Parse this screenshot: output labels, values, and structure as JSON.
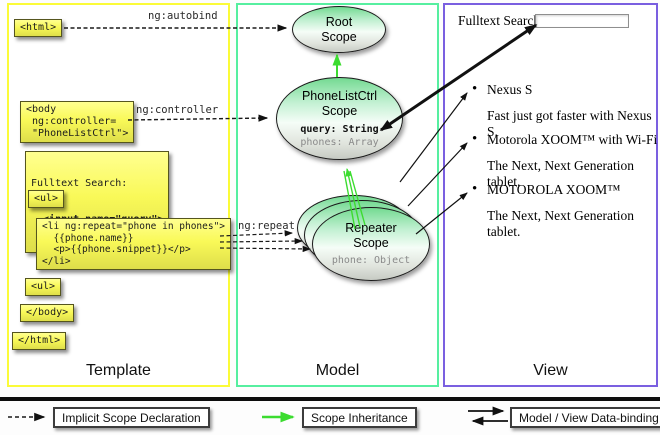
{
  "diagram": {
    "columns": [
      {
        "id": "template",
        "label": "Template"
      },
      {
        "id": "model",
        "label": "Model"
      },
      {
        "id": "view",
        "label": "View"
      }
    ],
    "arrow_labels": {
      "autobind": "ng:autobind",
      "controller": "ng:controller",
      "repeat": "ng:repeat"
    },
    "template_code": {
      "html_open": "<html>",
      "body_open": "<body\n ng:controller=\n \"PhoneListCtrl\">",
      "fulltext_label": "Fulltext Search:",
      "fulltext_input": "  <input name=\"query\">",
      "ul_open": "<ul>",
      "li_repeat": "<li ng:repeat=\"phone in phones\">\n  {{phone.name}}\n  <p>{{phone.snippet}}</p>\n</li>",
      "ul_close": "<ul>",
      "body_close": "</body>",
      "html_close": "</html>"
    },
    "scopes": {
      "root": {
        "title": "Root\nScope"
      },
      "phonelist": {
        "title": "PhoneListCtrl\nScope",
        "prop_query": "query: String",
        "prop_phones": "phones: Array"
      },
      "repeater": {
        "title": "Repeater\nScope",
        "prop_phone": "phone: Object"
      }
    },
    "view": {
      "search_label": "Fulltext Search:",
      "search_value": "",
      "items": [
        {
          "name": "Nexus S",
          "snippet": "Fast just got faster with Nexus S."
        },
        {
          "name": "Motorola XOOM™  with Wi-Fi",
          "snippet": "The Next, Next Generation tablet."
        },
        {
          "name": "MOTOROLA XOOM™",
          "snippet": "The Next, Next Generation tablet."
        }
      ]
    },
    "legend": [
      {
        "label": "Implicit Scope Declaration",
        "arrow": "dashed-black-arrow"
      },
      {
        "label": "Scope Inheritance",
        "arrow": "solid-green-arrow"
      },
      {
        "label": "Model / View Data-binding",
        "arrow": "double-black-arrow"
      }
    ],
    "colors": {
      "template_border": "#fbfb38",
      "model_border": "#56efa0",
      "view_border": "#7a5fe0",
      "code_box_yellow": "#f9f958",
      "scope_fill_green": "#74da92",
      "inheritance_green": "#3cdc30",
      "arrow_black": "#111111"
    }
  }
}
